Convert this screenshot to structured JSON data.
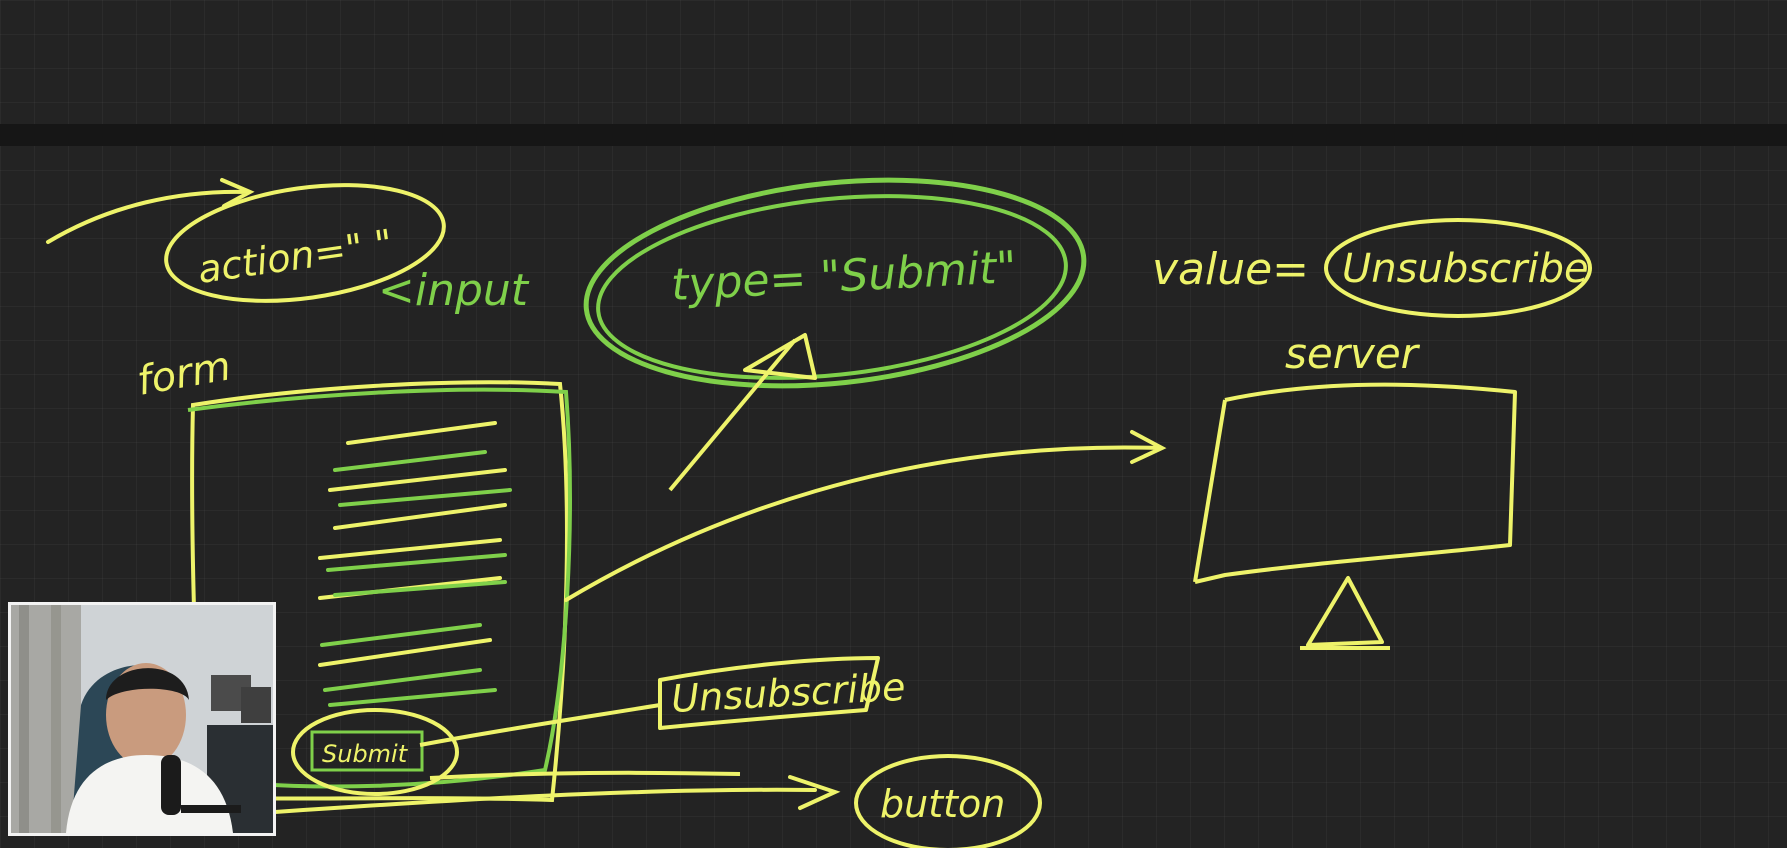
{
  "whiteboard": {
    "stroke_colors": {
      "yellow": "#eef36a",
      "green": "#7fd04a"
    },
    "labels": {
      "action": "action=\" \"",
      "input_tag": "<input",
      "type": "type= \"Submit\"",
      "value_prefix": "value=",
      "value_unsubscribe": "Unsubscribe",
      "form": "form",
      "server": "server",
      "submit_button": "Submit",
      "unsubscribe_box": "Unsubscribe",
      "button": "button"
    }
  },
  "webcam": {
    "icon": "presenter-video"
  }
}
